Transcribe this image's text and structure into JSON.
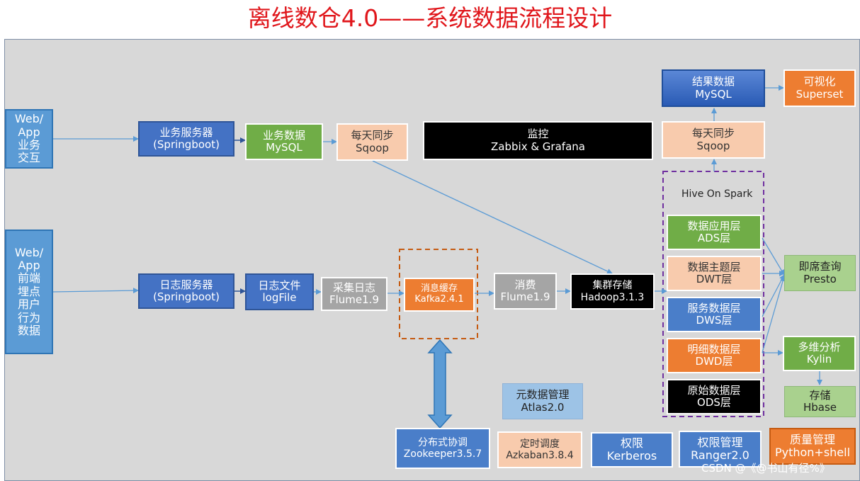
{
  "title": "离线数仓4.0——系统数据流程设计",
  "sources": {
    "web_app_business": [
      "Web/",
      "App",
      "业务",
      "交互"
    ],
    "web_app_frontend": [
      "Web/",
      "App",
      "前端",
      "埋点",
      "用户",
      "行为",
      "数据"
    ]
  },
  "business_server": [
    "业务服务器",
    "(Springboot)"
  ],
  "business_data": [
    "业务数据",
    "MySQL"
  ],
  "daily_sync_left": [
    "每天同步",
    "Sqoop"
  ],
  "monitor": [
    "监控",
    "Zabbix  &  Grafana"
  ],
  "result_data": [
    "结果数据",
    "MySQL"
  ],
  "visualization": [
    "可视化",
    "Superset"
  ],
  "daily_sync_right": [
    "每天同步",
    "Sqoop"
  ],
  "hive_label": "Hive On Spark",
  "layers": {
    "ads": [
      "数据应用层",
      "ADS层"
    ],
    "dwt": [
      "数据主题层",
      "DWT层"
    ],
    "dws": [
      "服务数据层",
      "DWS层"
    ],
    "dwd": [
      "明细数据层",
      "DWD层"
    ],
    "ods": [
      "原始数据层",
      "ODS层"
    ]
  },
  "log_server": [
    "日志服务器",
    "(Springboot)"
  ],
  "log_file": [
    "日志文件",
    "logFile"
  ],
  "collect_log": [
    "采集日志",
    "Flume1.9"
  ],
  "message_cache": [
    "消息缓存",
    "Kafka2.4.1"
  ],
  "consume": [
    "消费",
    "Flume1.9"
  ],
  "cluster_storage": [
    "集群存储",
    "Hadoop3.1.3"
  ],
  "adhoc_query": [
    "即席查询",
    "Presto"
  ],
  "olap": [
    "多维分析",
    "Kylin"
  ],
  "storage": [
    "存储",
    "Hbase"
  ],
  "metadata": [
    "元数据管理",
    "Atlas2.0"
  ],
  "zookeeper": [
    "分布式协调",
    "Zookeeper3.5.7"
  ],
  "scheduler": [
    "定时调度",
    "Azkaban3.8.4"
  ],
  "kerberos": [
    "权限",
    "Kerberos"
  ],
  "ranger": [
    "权限管理",
    "Ranger2.0"
  ],
  "quality": [
    "质量管理",
    "Python+shell"
  ],
  "watermark": "CSDN @《@书山有径%》",
  "colors": {
    "title": "#e0161b",
    "panel": "#d8d8d8",
    "connector": "#5b9bd5",
    "hive_border": "#7030a0",
    "kafka_border": "#c55a11"
  }
}
